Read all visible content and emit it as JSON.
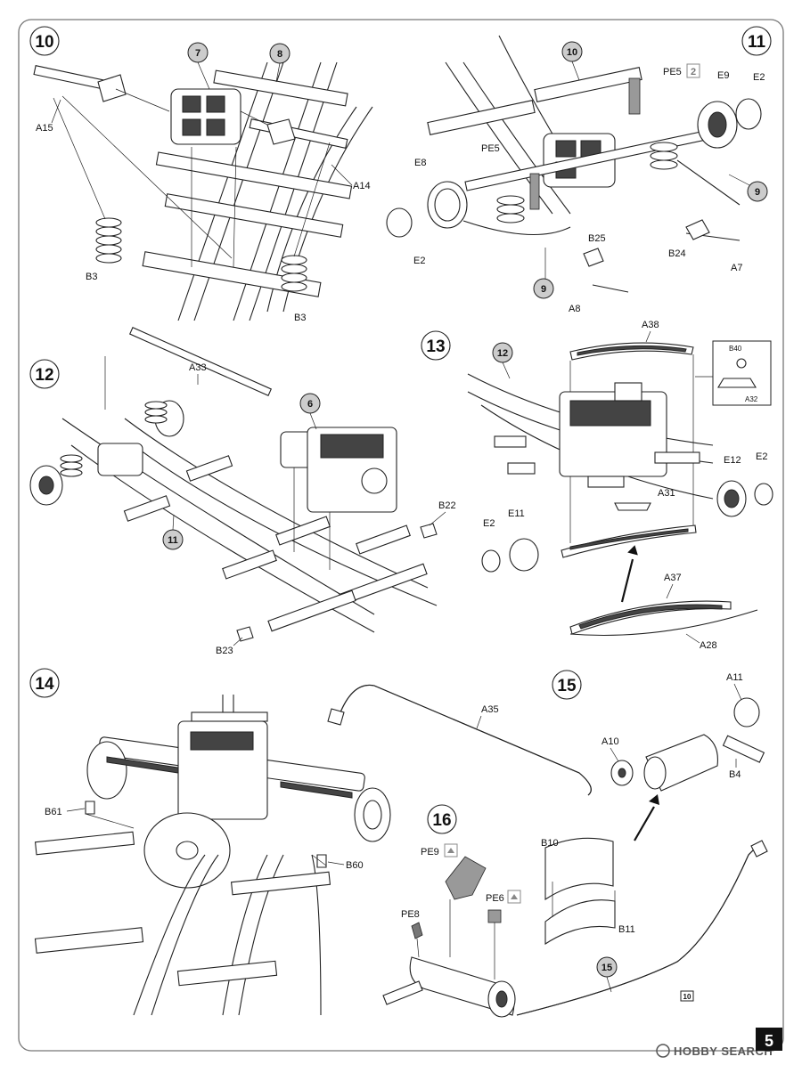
{
  "page_number": "5",
  "watermark": "HOBBY SEARCH",
  "steps": [
    {
      "id": "10",
      "refs": [
        "7",
        "8"
      ],
      "labels": [
        "A15",
        "A14",
        "B3",
        "B3"
      ]
    },
    {
      "id": "11",
      "refs": [
        "10",
        "9",
        "9"
      ],
      "labels": [
        "PE5",
        "E9",
        "E2",
        "PE5",
        "E8",
        "B25",
        "B24",
        "A7",
        "E2",
        "A8"
      ],
      "multiplier": "2"
    },
    {
      "id": "12",
      "refs": [
        "6",
        "11"
      ],
      "labels": [
        "A33",
        "B22",
        "B23"
      ]
    },
    {
      "id": "13",
      "refs": [
        "12"
      ],
      "labels": [
        "A38",
        "B40",
        "A32",
        "E12",
        "E2",
        "A31",
        "E2",
        "E11",
        "A37",
        "A28"
      ]
    },
    {
      "id": "14",
      "refs": [],
      "labels": [
        "B61",
        "B60"
      ]
    },
    {
      "id": "15",
      "refs": [],
      "labels": [
        "A35",
        "A11",
        "A10",
        "B4",
        "B10",
        "B11"
      ]
    },
    {
      "id": "16",
      "refs": [
        "15",
        "10"
      ],
      "labels": [
        "PE9",
        "PE6",
        "PE8"
      ]
    }
  ]
}
